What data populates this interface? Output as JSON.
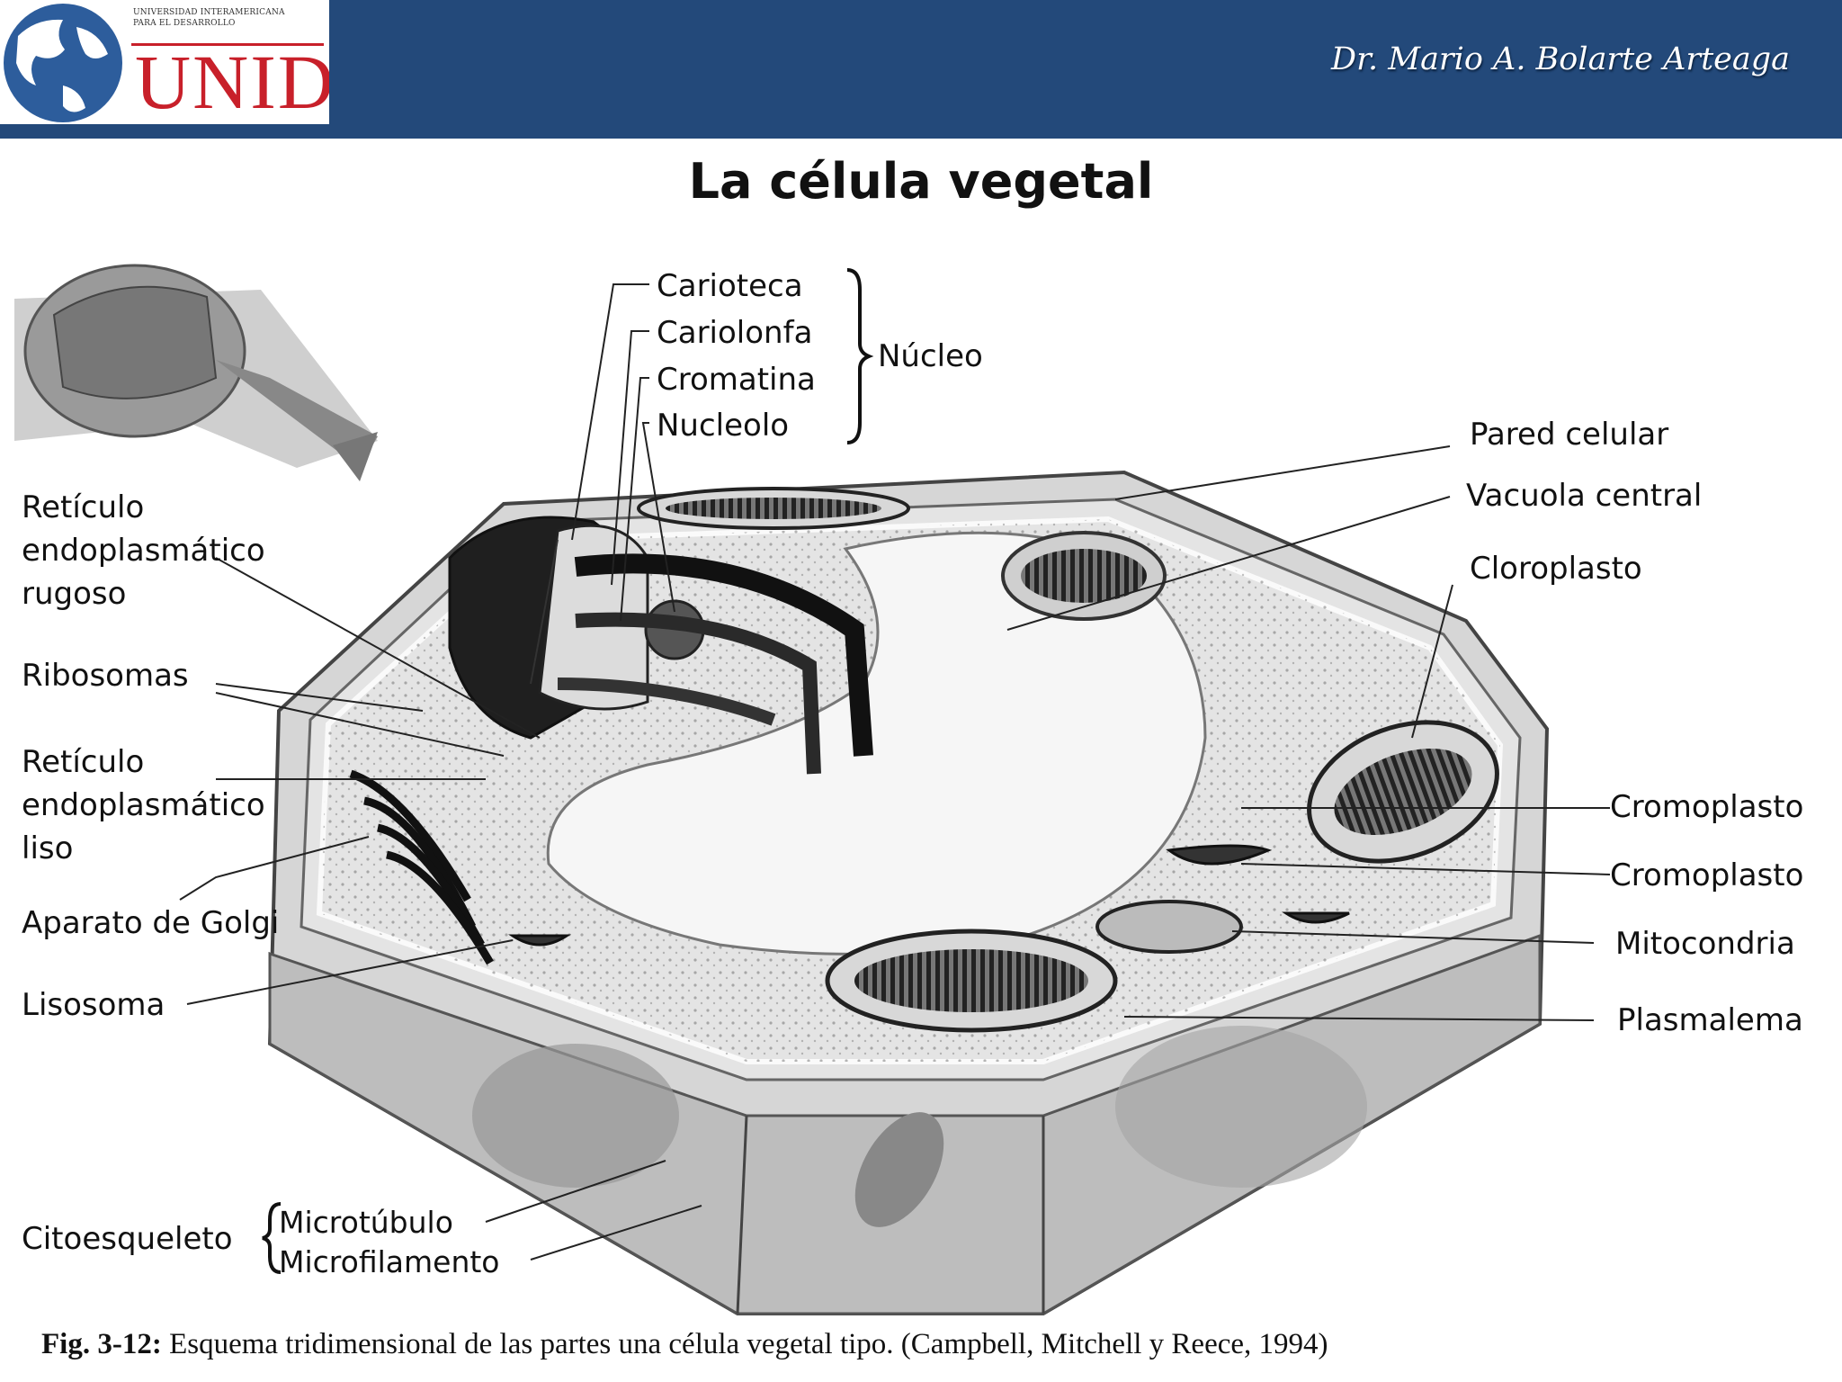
{
  "header": {
    "logo_small_text": "UNIVERSIDAD INTERAMERICANA\nPARA EL DESARROLLO",
    "logo_text": "UNID",
    "author": "Dr. Mario A. Bolarte Arteaga"
  },
  "title": "La célula vegetal",
  "labels": {
    "carioteca": "Carioteca",
    "cariolonfa": "Cariolonfa",
    "cromatina": "Cromatina",
    "nucleolo": "Nucleolo",
    "nucleo": "Núcleo",
    "pared_celular": "Pared celular",
    "vacuola_central": "Vacuola central",
    "cloroplasto": "Cloroplasto",
    "reticulo_rugoso_1": "Retículo",
    "reticulo_rugoso_2": "endoplasmático",
    "reticulo_rugoso_3": "rugoso",
    "ribosomas": "Ribosomas",
    "reticulo_liso_1": "Retículo",
    "reticulo_liso_2": "endoplasmático",
    "reticulo_liso_3": "liso",
    "golgi": "Aparato de Golgi",
    "lisosoma": "Lisosoma",
    "cromoplasto_1": "Cromoplasto",
    "cromoplasto_2": "Cromoplasto",
    "mitocondria": "Mitocondria",
    "plasmalema": "Plasmalema",
    "citoesqueleto": "Citoesqueleto",
    "microtubulo": "Microtúbulo",
    "microfilamento": "Microfilamento"
  },
  "caption": {
    "ref": "Fig. 3-12:",
    "text": " Esquema tridimensional de las partes una célula vegetal tipo. (Campbell, Mitchell y Reece, 1994)"
  }
}
